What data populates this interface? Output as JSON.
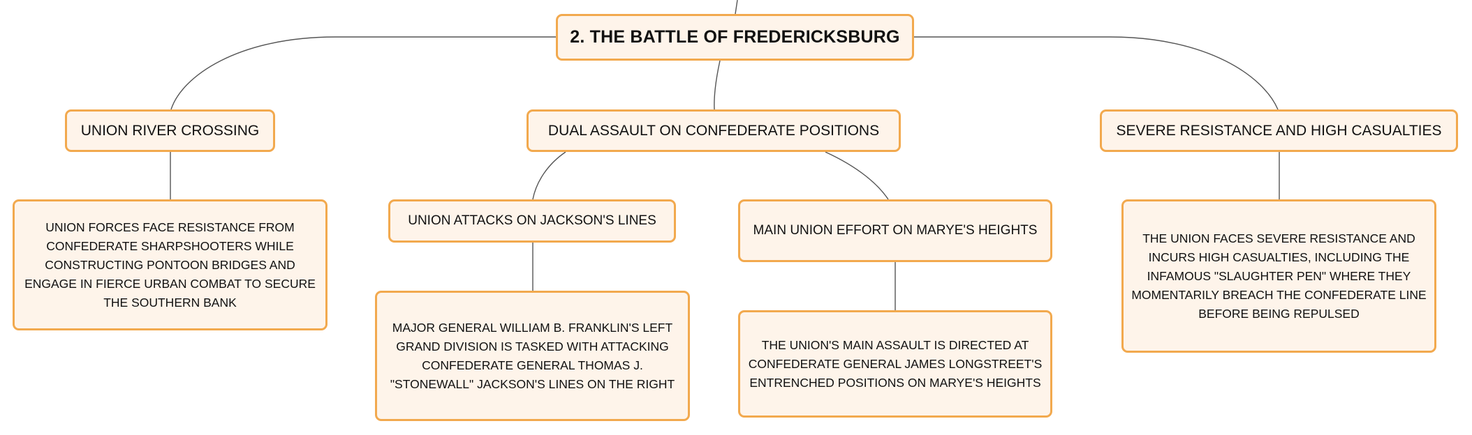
{
  "mindmap": {
    "root": {
      "label": "2. THE BATTLE OF FREDERICKSBURG"
    },
    "branches": [
      {
        "label": "UNION RIVER CROSSING",
        "detail": "UNION FORCES FACE RESISTANCE FROM CONFEDERATE SHARPSHOOTERS WHILE CONSTRUCTING PONTOON BRIDGES AND ENGAGE IN FIERCE URBAN COMBAT TO SECURE THE SOUTHERN BANK"
      },
      {
        "label": "DUAL ASSAULT ON CONFEDERATE POSITIONS",
        "children": [
          {
            "label": "UNION ATTACKS ON JACKSON'S LINES",
            "detail": "MAJOR GENERAL WILLIAM B. FRANKLIN'S LEFT GRAND DIVISION IS TASKED WITH ATTACKING CONFEDERATE GENERAL THOMAS J. \"STONEWALL\" JACKSON'S LINES ON THE RIGHT"
          },
          {
            "label": "MAIN UNION EFFORT ON MARYE'S HEIGHTS",
            "detail": "THE UNION'S MAIN ASSAULT IS DIRECTED AT CONFEDERATE GENERAL JAMES LONGSTREET'S ENTRENCHED POSITIONS ON MARYE'S HEIGHTS"
          }
        ]
      },
      {
        "label": "SEVERE RESISTANCE AND HIGH CASUALTIES",
        "detail": "THE UNION FACES SEVERE RESISTANCE AND INCURS HIGH CASUALTIES, INCLUDING THE INFAMOUS \"SLAUGHTER PEN\" WHERE THEY MOMENTARILY BREACH THE CONFEDERATE LINE BEFORE BEING REPULSED"
      }
    ]
  },
  "colors": {
    "node_fill": "#fef4ea",
    "node_border": "#f2a94e",
    "connector": "#555555",
    "text": "#111111"
  }
}
